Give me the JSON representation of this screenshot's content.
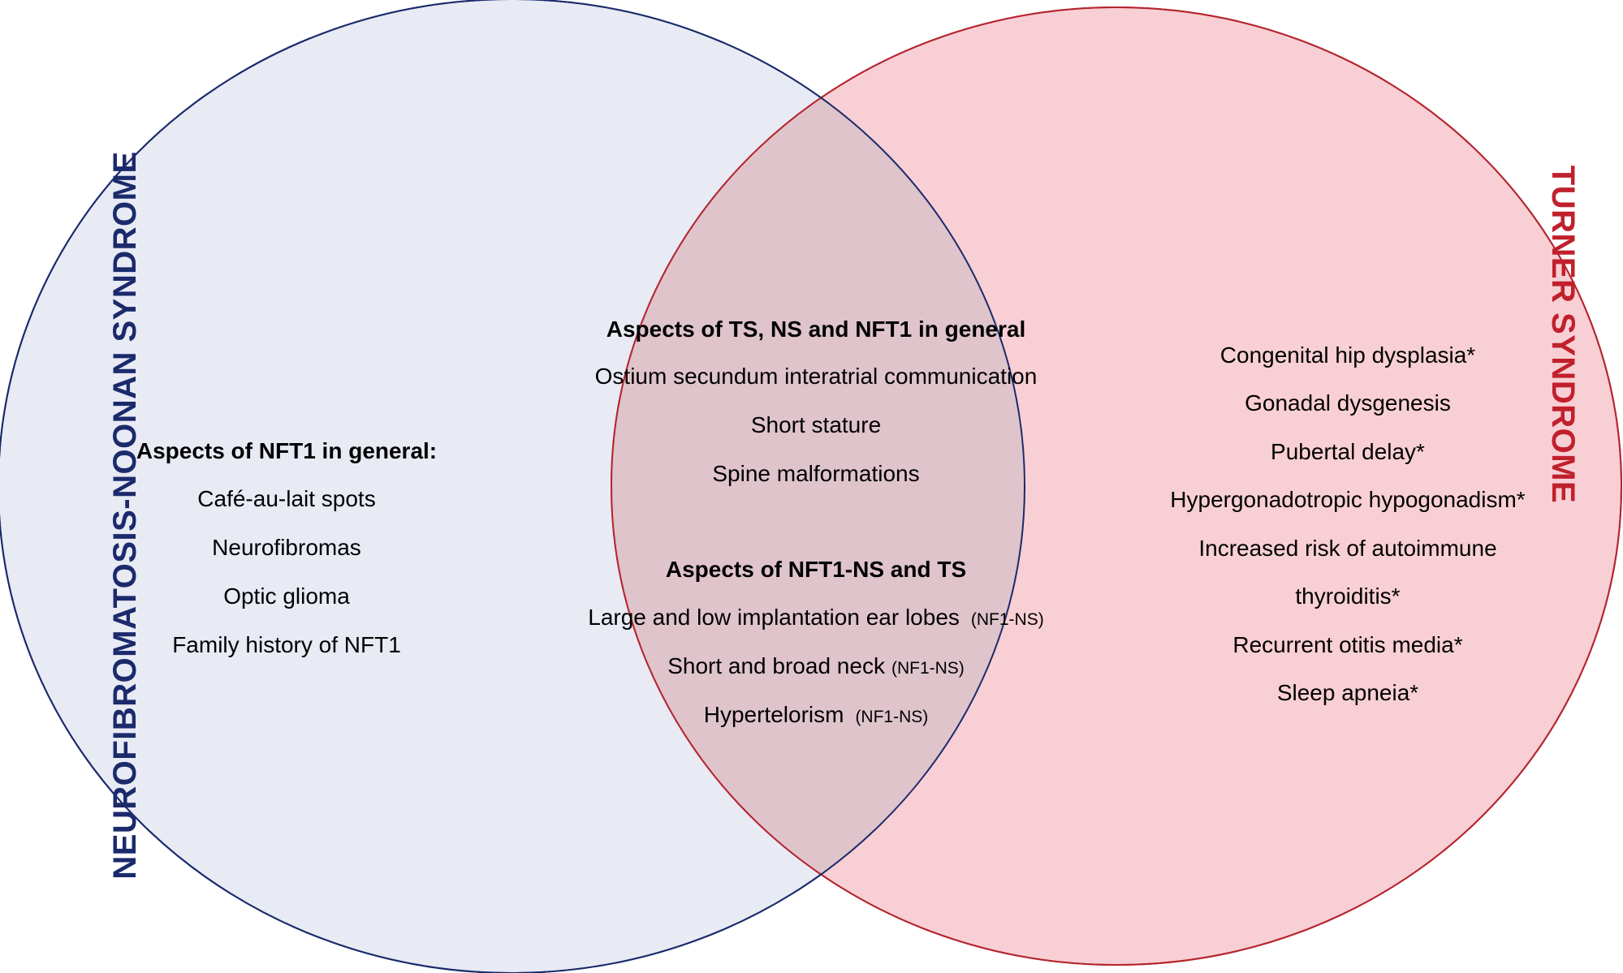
{
  "left_circle": {
    "title": "NEUROFIBROMATOSIS-NOONAN SYNDROME",
    "heading": "Aspects of NFT1 in general:",
    "items": [
      "Café-au-lait spots",
      "Neurofibromas",
      "Optic glioma",
      "Family history of NFT1"
    ]
  },
  "overlap": {
    "heading1": "Aspects of TS, NS and NFT1 in general",
    "items1": [
      "Ostium secundum interatrial communication",
      "Short stature",
      "Spine malformations"
    ],
    "heading2": "Aspects of NFT1-NS and TS",
    "items2": [
      {
        "text": "Large and low implantation ear lobes",
        "tag": "(NF1-NS)"
      },
      {
        "text": "Short and broad neck",
        "tag": "(NF1-NS)"
      },
      {
        "text": "Hypertelorism",
        "tag": "(NF1-NS)"
      }
    ]
  },
  "right_circle": {
    "title": "TURNER SYNDROME",
    "items": [
      "Congenital hip dysplasia*",
      "Gonadal dysgenesis",
      "Pubertal delay*",
      "Hypergonadotropic hypogonadism*",
      "Increased risk of autoimmune",
      "thyroiditis*",
      "Recurrent otitis media*",
      "Sleep apneia*"
    ]
  },
  "colors": {
    "left_fill": "#e8eaf4",
    "left_stroke": "#1b2a6b",
    "right_fill": "#f8cfd4",
    "right_stroke": "#b5252f",
    "overlap_fill": "#dfc4cb",
    "left_title": "#1b2a6b",
    "right_title": "#c0202c"
  }
}
